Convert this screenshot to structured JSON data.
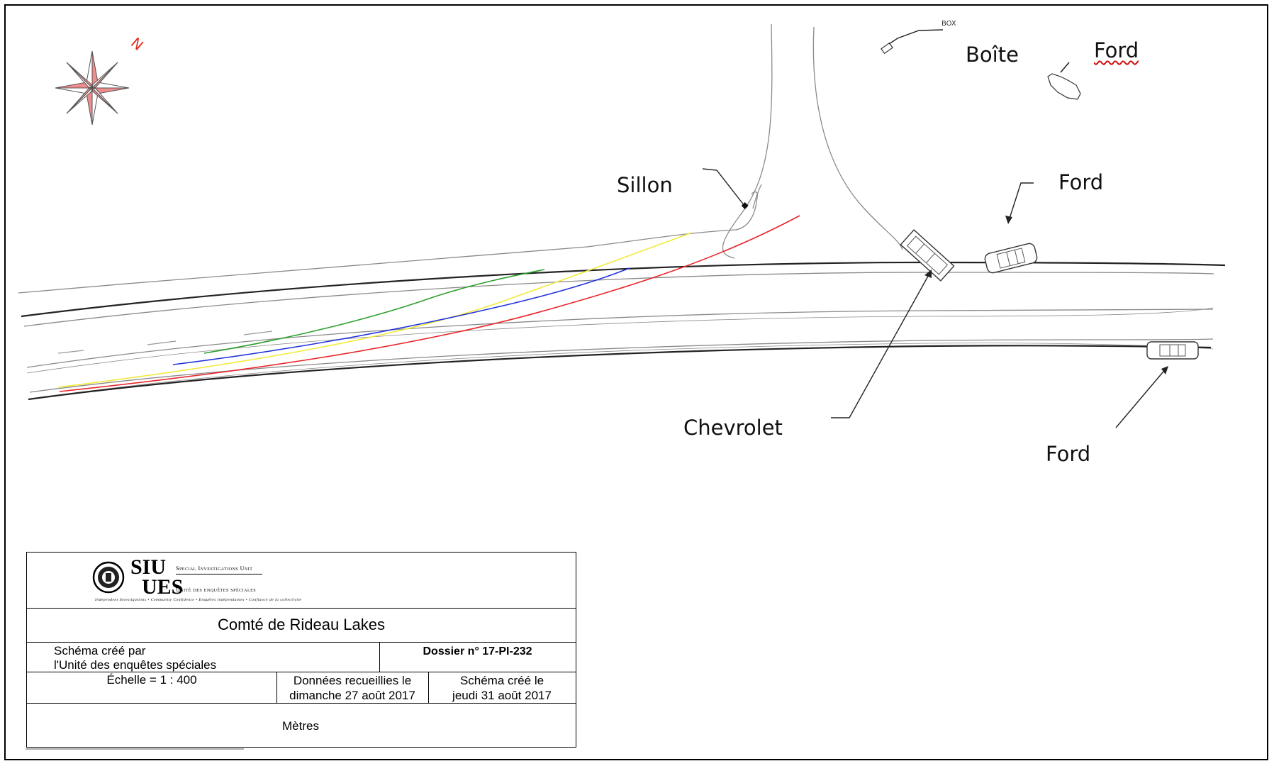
{
  "labels": {
    "sillon": "Sillon",
    "boite": "Boîte",
    "ford_top": "Ford",
    "ford_mid": "Ford",
    "chevrolet": "Chevrolet",
    "ford_bottom": "Ford",
    "box_small": "BOX",
    "north": "N"
  },
  "title_block": {
    "logo": {
      "siu": "SIU",
      "ues": "UES",
      "en_name": "Special Investigations Unit",
      "fr_name": "Unité des enquêtes spéciales",
      "tagline": "Independent Investigations • Community Confidence • Enquêtes indépendantes • Confiance de la collectivité"
    },
    "location": "Comté de Rideau Lakes",
    "created_by_line1": "Schéma créé par",
    "created_by_line2": "l'Unité des enquêtes spéciales",
    "file_number": "Dossier n°  17-PI-232",
    "scale": "Échelle = 1 : 400",
    "data_collected_line1": "Données recueillies le",
    "data_collected_line2": "dimanche 27 août 2017",
    "diagram_created_line1": "Schéma créé le",
    "diagram_created_line2": "jeudi 31 août 2017",
    "units": "Mètres"
  },
  "colors": {
    "tire_mark_green": "#2ea02e",
    "tire_mark_yellow": "#f2ea3a",
    "tire_mark_blue": "#2233dd",
    "tire_mark_red": "#e8262b",
    "compass_fill": "#f08c8c",
    "north_marker": "#e03020"
  }
}
